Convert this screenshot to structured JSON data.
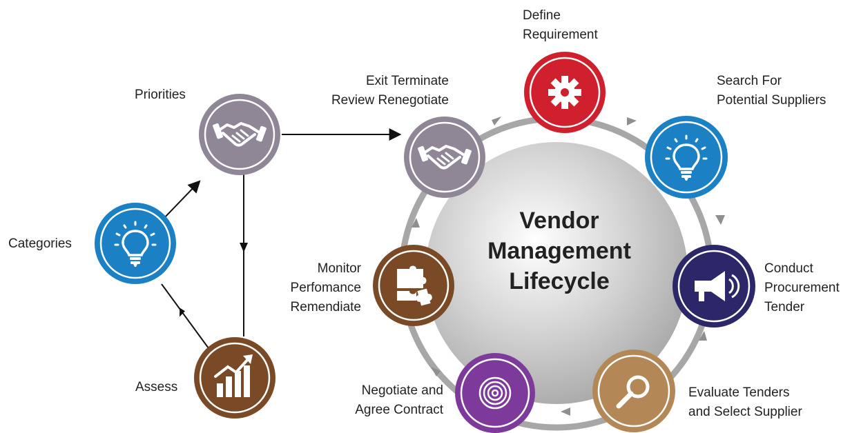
{
  "center": {
    "line1": "Vendor",
    "line2": "Management",
    "line3": "Lifecycle"
  },
  "left_cycle": {
    "priorities": "Priorities",
    "categories": "Categories",
    "assess": "Assess"
  },
  "lifecycle": {
    "define": [
      "Define",
      "Requirement"
    ],
    "search": [
      "Search For",
      "Potential Suppliers"
    ],
    "conduct": [
      "Conduct",
      "Procurement",
      "Tender"
    ],
    "evaluate": [
      "Evaluate Tenders",
      "and Select Supplier"
    ],
    "negotiate": [
      "Negotiate and",
      "Agree Contract"
    ],
    "monitor": [
      "Monitor",
      "Perfomance",
      "Remendiate"
    ],
    "exit": [
      "Exit Terminate",
      "Review Renegotiate"
    ]
  },
  "colors": {
    "gray": "#8f8696",
    "blue": "#1b80c4",
    "brown": "#7a4a26",
    "red": "#d0202e",
    "navy": "#2b2768",
    "tan": "#b48756",
    "purple": "#7d3a9a",
    "ring": "#9e9e9e"
  },
  "icons": {
    "priorities": "handshake-icon",
    "categories": "lightbulb-icon",
    "assess": "bar-chart-growth-icon",
    "define": "gear-icon",
    "search": "lightbulb-icon",
    "conduct": "megaphone-icon",
    "evaluate": "magnifier-icon",
    "negotiate": "target-icon",
    "monitor": "puzzle-icon",
    "exit": "handshake-icon"
  }
}
